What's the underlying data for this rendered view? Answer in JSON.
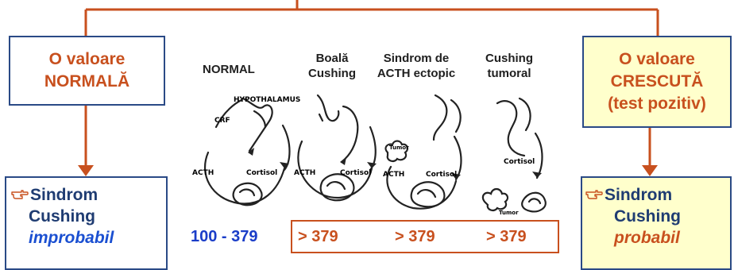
{
  "left_top_box": {
    "line1": "O valoare",
    "line2": "NORMALĂ"
  },
  "right_top_box": {
    "line1": "O valoare",
    "line2": "CRESCUTĂ",
    "line3": "(test pozitiv)"
  },
  "left_bottom_box": {
    "line1": "Sindrom",
    "line2": "Cushing",
    "line3": "improbabil"
  },
  "right_bottom_box": {
    "line1": "Sindrom",
    "line2": "Cushing",
    "line3": "probabil"
  },
  "diagram_headers": {
    "normal": "NORMAL",
    "boala": [
      "Boală",
      "Cushing"
    ],
    "ectopic": [
      "Sindrom de",
      "ACTH ectopic"
    ],
    "tumoral": [
      "Cushing",
      "tumoral"
    ]
  },
  "sketch_labels": {
    "hypothalamus": "HYPOTHALAMUS",
    "crf": "CRF",
    "acth": "ACTH",
    "cortisol": "Cortisol",
    "tumor": "Tumor"
  },
  "values": {
    "normal_range": "100 - 379",
    "boala": "> 379",
    "ectopic": "> 379",
    "tumoral": "> 379"
  },
  "colors": {
    "accent_red": "#c8501e",
    "navy": "#1f3c72",
    "blue": "#1a3dc8",
    "highlight": "#ffffcc"
  }
}
